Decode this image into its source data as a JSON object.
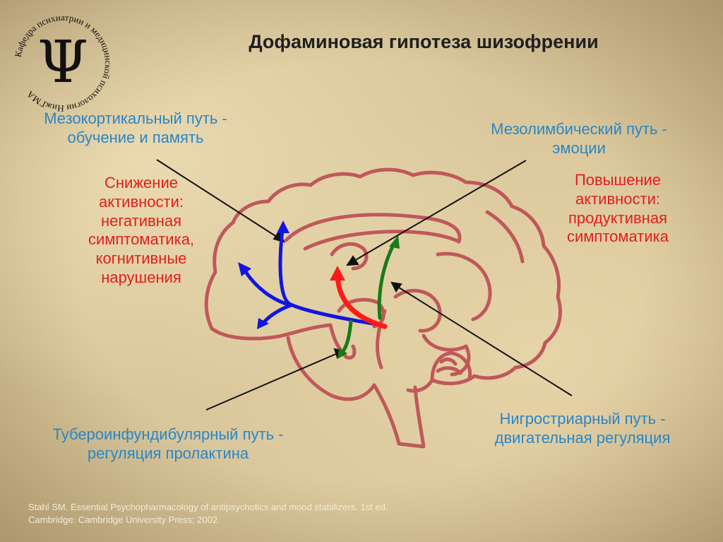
{
  "title": "Дофаминовая гипотеза шизофрении",
  "logo": {
    "symbol": "Ψ",
    "ring_text": "Кафедра психиатрии и медицинской психологии НижГМА"
  },
  "paths": {
    "mesocortical": {
      "line1": "Мезокортикальный путь -",
      "line2": "обучение и память"
    },
    "mesolimbic": {
      "line1": "Мезолимбический путь -",
      "line2": "эмоции"
    },
    "tuberoinfundibular": {
      "line1": "Тубероинфундибулярный путь -",
      "line2": "регуляция пролактина"
    },
    "nigrostriatal": {
      "line1": "Нигростриарный путь -",
      "line2": "двигательная регуляция"
    }
  },
  "effects": {
    "decrease": [
      "Снижение",
      "активности:",
      "негативная",
      "симптоматика,",
      "когнитивные",
      "нарушения"
    ],
    "increase": [
      "Повышение",
      "активности:",
      "продуктивная",
      "симптоматика"
    ]
  },
  "source": {
    "line1": "Stahl SM. Essential Psychopharmacology of antipsychotics and mood stabilizers. 1st ed.",
    "line2": "Cambridge: Cambridge University Press; 2002"
  },
  "colors": {
    "brain_outline": "#c0585a",
    "blue_path": "#1414e0",
    "red_path": "#ff1a1a",
    "green_path": "#1a7a1a",
    "label_blue": "#2a86c8",
    "label_red": "#e01f1f"
  }
}
